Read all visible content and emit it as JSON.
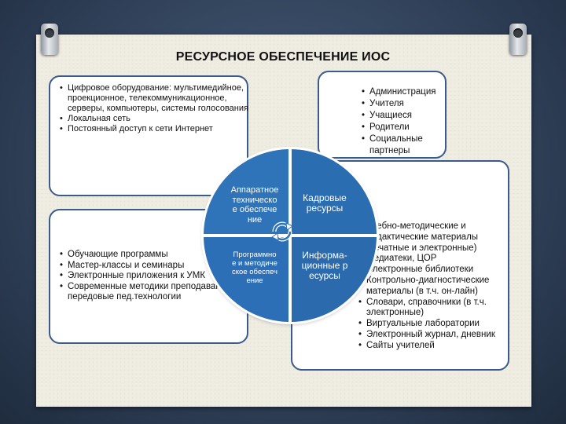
{
  "title": "РЕСУРСНОЕ ОБЕСПЕЧЕНИЕ ИОС",
  "colors": {
    "accent": "#2f73b9",
    "border": "#3a5b8c",
    "paper": "#efece2",
    "background": "#2e3f57"
  },
  "boxes": {
    "top_left": [
      "Цифровое оборудование: мультимедийное, проекционное, телекоммуникационное, серверы, компьютеры, системы голосования",
      "Локальная сеть",
      "Постоянный доступ к сети Интернет"
    ],
    "top_right": [
      "Администрация",
      "Учителя",
      "Учащиеся",
      "Родители",
      "Социальные партнеры"
    ],
    "bottom_left": [
      "Обучающие программы",
      "Мастер-классы и семинары",
      "Электронные приложения к УМК",
      "Современные методики преподавания и передовые пед.технологии"
    ],
    "bottom_right": [
      "Учебно-методические и дидактические материалы (печатные и электронные)",
      "Медиатеки, ЦОР",
      "Электронные библиотеки",
      "Контрольно-диагностические материалы (в т.ч. он-лайн)",
      "Словари, справочники (в т.ч. электронные)",
      "Виртуальные лаборатории",
      "Электронный журнал, дневник",
      "Сайты учителей"
    ]
  },
  "circle": {
    "top_left": "Аппаратное техническое обеспечение",
    "top_right": "Кадровые ресурсы",
    "bottom_left": "Программное и методическое обеспечение",
    "bottom_right": "Информа-ционные ресурсы"
  },
  "icons": {
    "clip": "paper-clip-icon",
    "cycle": "cycle-arrows-icon"
  }
}
